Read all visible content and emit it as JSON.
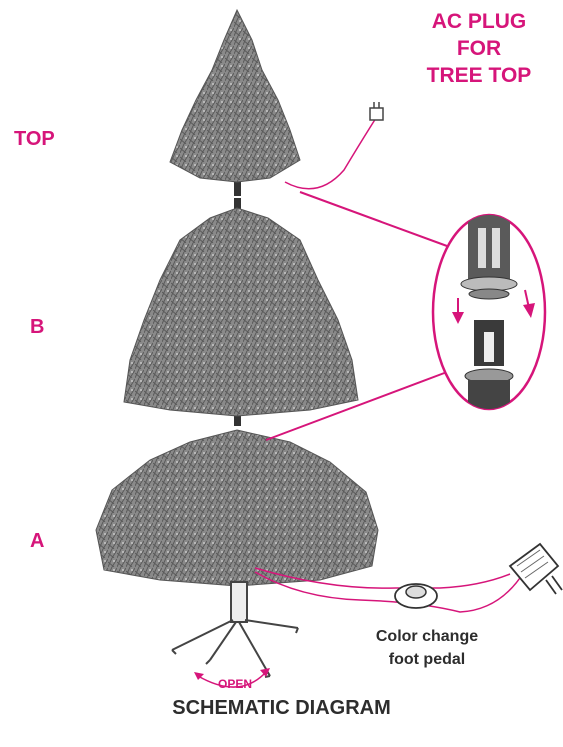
{
  "labels": {
    "ac_plug": [
      "AC PLUG",
      "FOR",
      "TREE TOP"
    ],
    "section_top": "TOP",
    "section_b": "B",
    "section_a": "A",
    "foot_pedal": [
      "Color change",
      "foot pedal"
    ],
    "stand_open": "OPEN",
    "title": "SCHEMATIC DIAGRAM"
  },
  "colors": {
    "accent": "#d6157a",
    "tree": "#7d7d7d",
    "tree_dark": "#4f4f4f",
    "text_dark": "#2d2d2d"
  },
  "icons": [
    "christmas-tree-section",
    "ac-plug-icon",
    "connector-detail-icon",
    "foot-pedal-icon",
    "power-adapter-icon",
    "tree-stand-icon"
  ]
}
